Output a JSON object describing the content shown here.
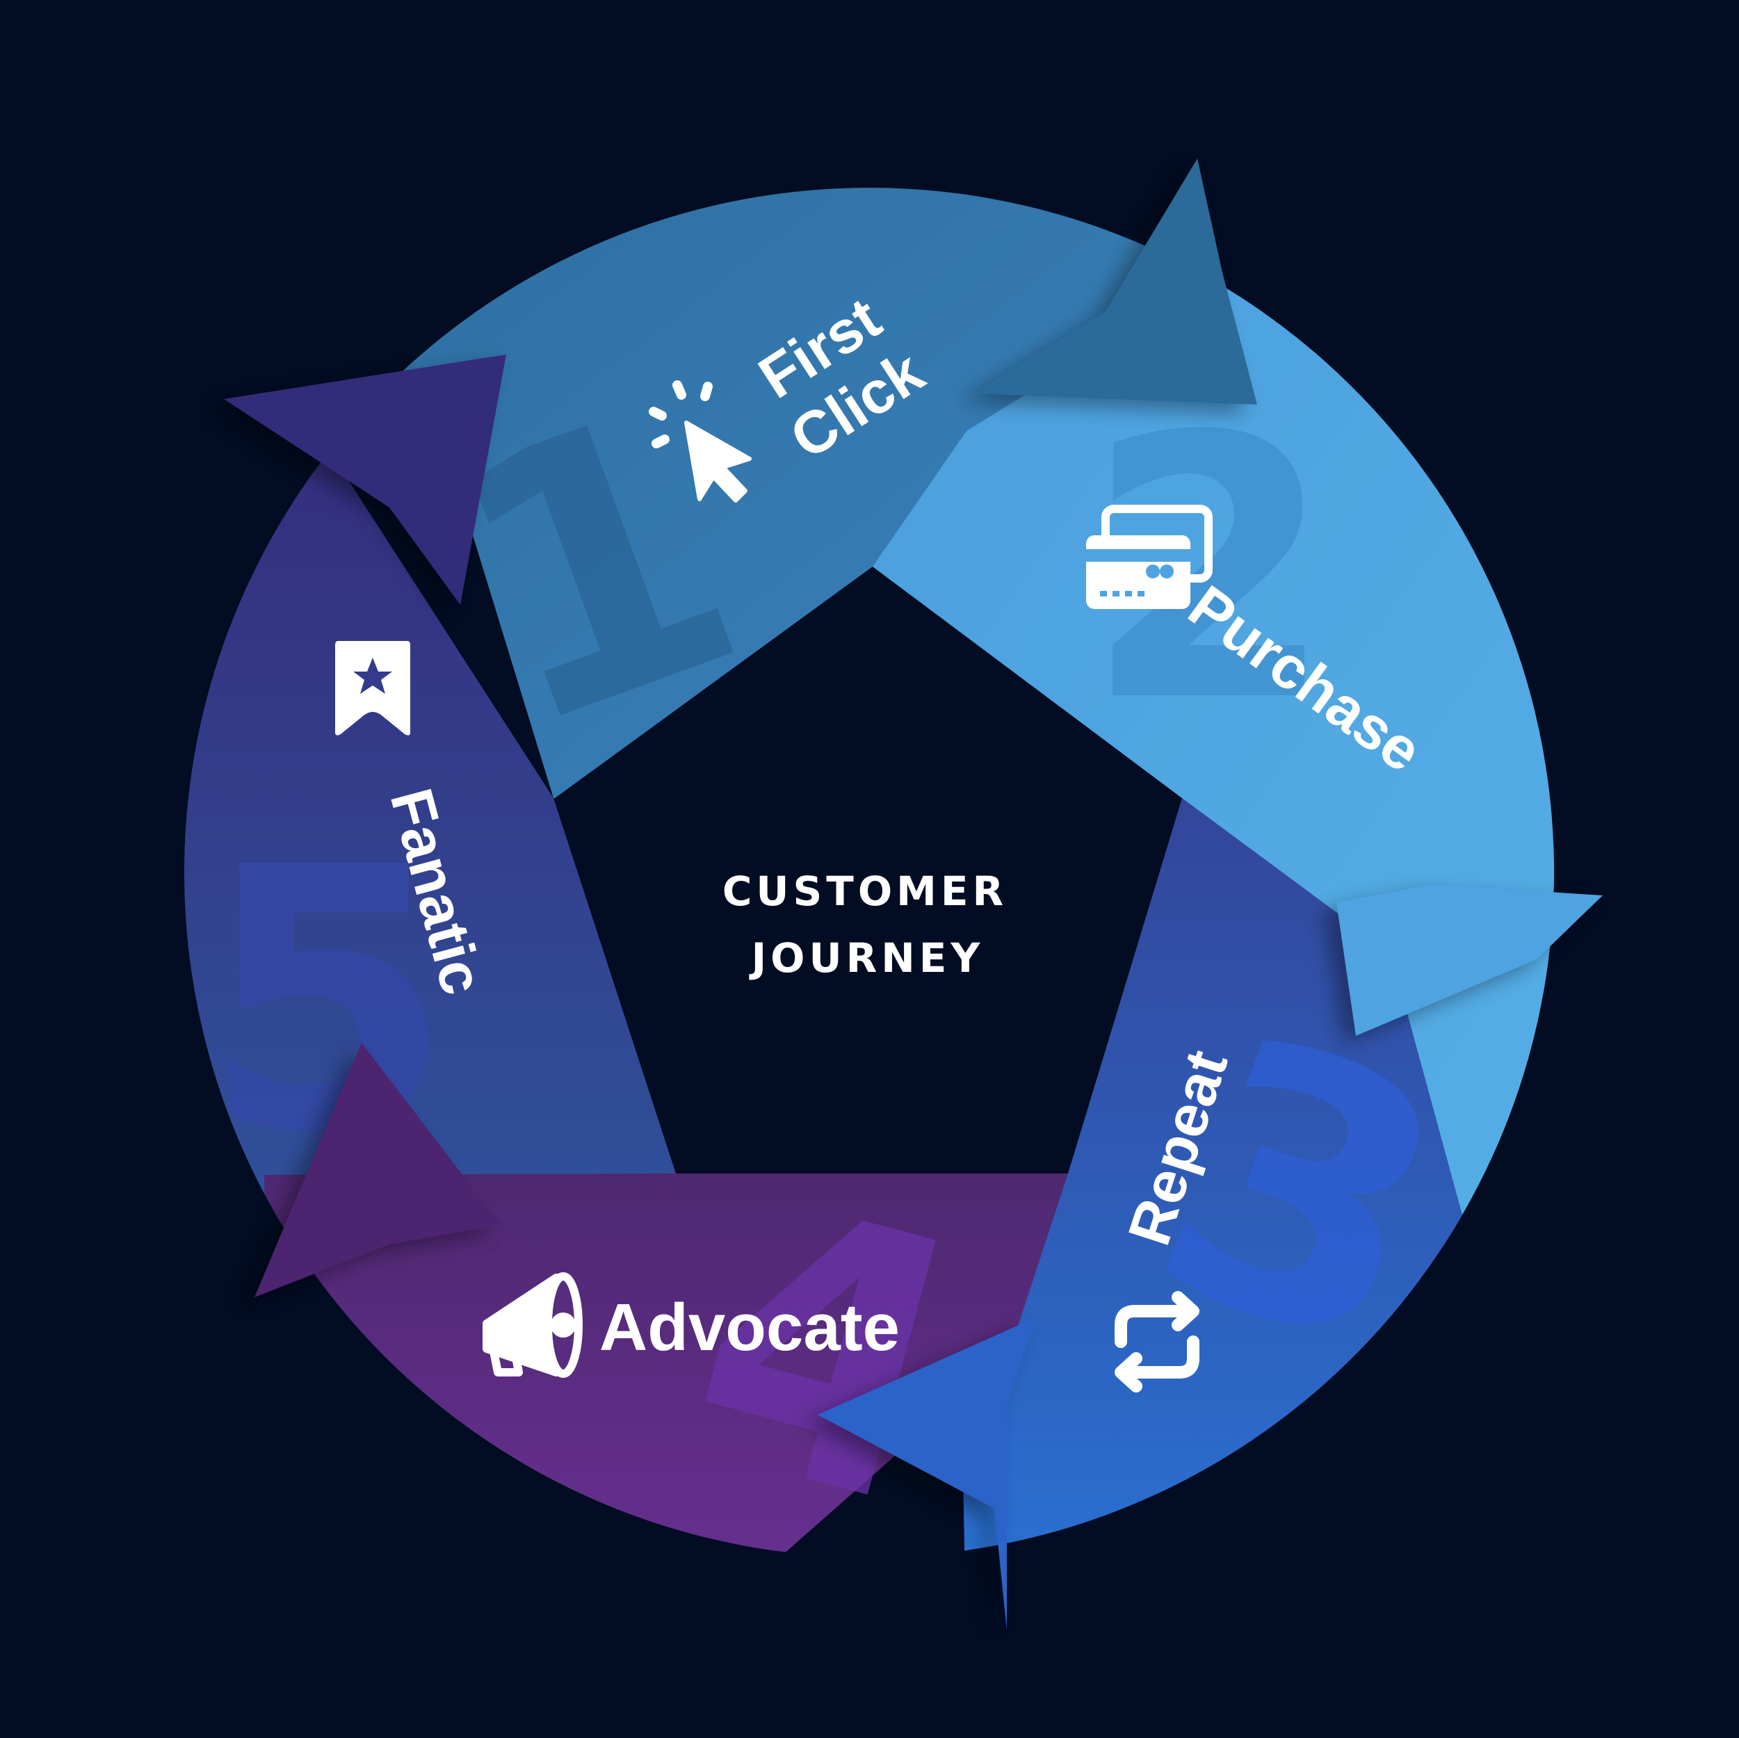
{
  "title": {
    "line1": "CUSTOMER",
    "line2": "JOURNEY"
  },
  "colors": {
    "background": "#020c22",
    "first_click": "#3679ac",
    "purchase": "#4ea3e0",
    "repeat": "#2c5fc2",
    "advocate": "#582c7e",
    "fanatic": "#343a8c"
  },
  "stages": [
    {
      "label_lines": [
        "First",
        "Click"
      ],
      "number": "1",
      "icon": "cursor-click-icon"
    },
    {
      "label_lines": [
        "Purchase"
      ],
      "number": "2",
      "icon": "credit-cards-icon"
    },
    {
      "label_lines": [
        "Repeat"
      ],
      "number": "3",
      "icon": "repeat-arrows-icon"
    },
    {
      "label_lines": [
        "Advocate"
      ],
      "number": "4",
      "icon": "megaphone-icon"
    },
    {
      "label_lines": [
        "Fanatic"
      ],
      "number": "5",
      "icon": "bookmark-star-icon"
    }
  ]
}
